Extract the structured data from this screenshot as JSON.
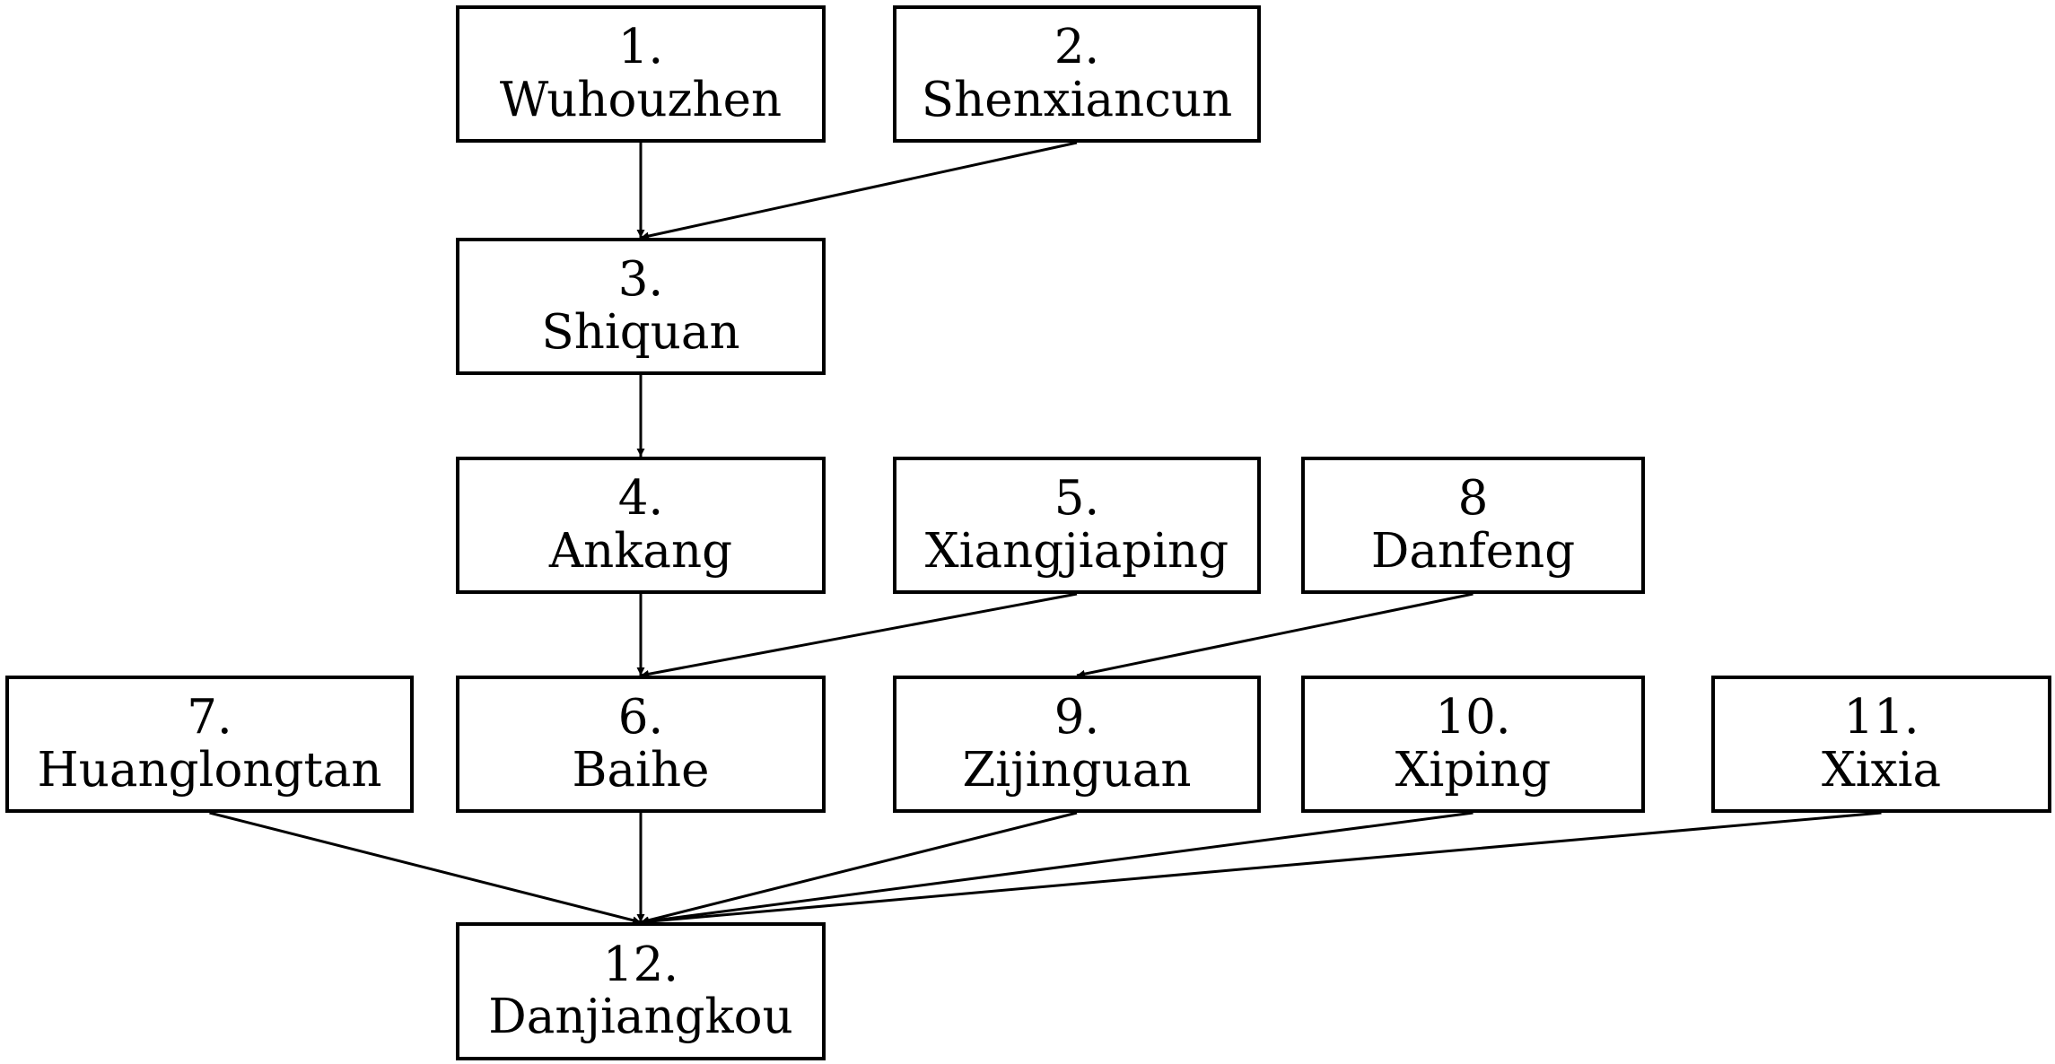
{
  "nodes": [
    {
      "id": "n1",
      "number": "1.",
      "name": "Wuhouzhen"
    },
    {
      "id": "n2",
      "number": "2.",
      "name": "Shenxiancun"
    },
    {
      "id": "n3",
      "number": "3.",
      "name": "Shiquan"
    },
    {
      "id": "n4",
      "number": "4.",
      "name": "Ankang"
    },
    {
      "id": "n5",
      "number": "5.",
      "name": "Xiangjiaping"
    },
    {
      "id": "n8",
      "number": "8",
      "name": "Danfeng"
    },
    {
      "id": "n7",
      "number": "7.",
      "name": "Huanglongtan"
    },
    {
      "id": "n6",
      "number": "6.",
      "name": "Baihe"
    },
    {
      "id": "n9",
      "number": "9.",
      "name": "Zijinguan"
    },
    {
      "id": "n10",
      "number": "10.",
      "name": "Xiping"
    },
    {
      "id": "n11",
      "number": "11.",
      "name": "Xixia"
    },
    {
      "id": "n12",
      "number": "12.",
      "name": "Danjiangkou"
    }
  ],
  "edges": [
    {
      "from": "n1",
      "to": "n3"
    },
    {
      "from": "n2",
      "to": "n3"
    },
    {
      "from": "n3",
      "to": "n4"
    },
    {
      "from": "n4",
      "to": "n6"
    },
    {
      "from": "n5",
      "to": "n6"
    },
    {
      "from": "n8",
      "to": "n9"
    },
    {
      "from": "n7",
      "to": "n12"
    },
    {
      "from": "n6",
      "to": "n12"
    },
    {
      "from": "n9",
      "to": "n12"
    },
    {
      "from": "n10",
      "to": "n12"
    },
    {
      "from": "n11",
      "to": "n12"
    }
  ]
}
